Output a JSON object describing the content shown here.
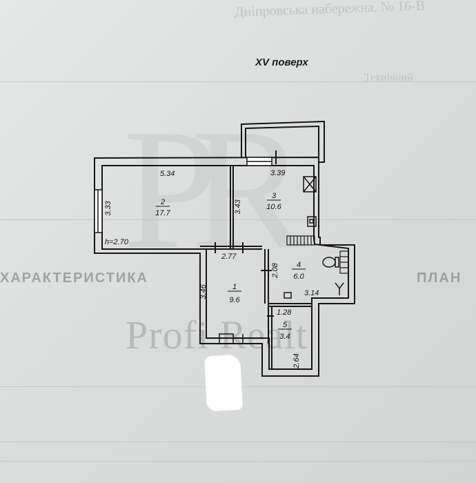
{
  "header": {
    "floor_label": "XV поверх",
    "faint_top_text": "Дніпровська набережна, № 16-В",
    "faint_right_text": "Технічний",
    "faint_left_heading": "ХАРАКТЕРИСТИКА",
    "faint_right_heading": "ПЛАН"
  },
  "watermark": {
    "letters": "PR",
    "text": "Profi Realt"
  },
  "plan": {
    "rooms": [
      {
        "number": "1",
        "area": "9.6"
      },
      {
        "number": "2",
        "area": "17.7"
      },
      {
        "number": "3",
        "area": "10.6"
      },
      {
        "number": "4",
        "area": "6.0"
      },
      {
        "number": "5",
        "area": "3.4"
      }
    ],
    "dimensions": [
      "5.34",
      "3.33",
      "3.43",
      "3.39",
      "2.77",
      "2.08",
      "3.14",
      "3.46",
      "1.28",
      "2.64"
    ],
    "ceiling_height": "h=2.70"
  }
}
